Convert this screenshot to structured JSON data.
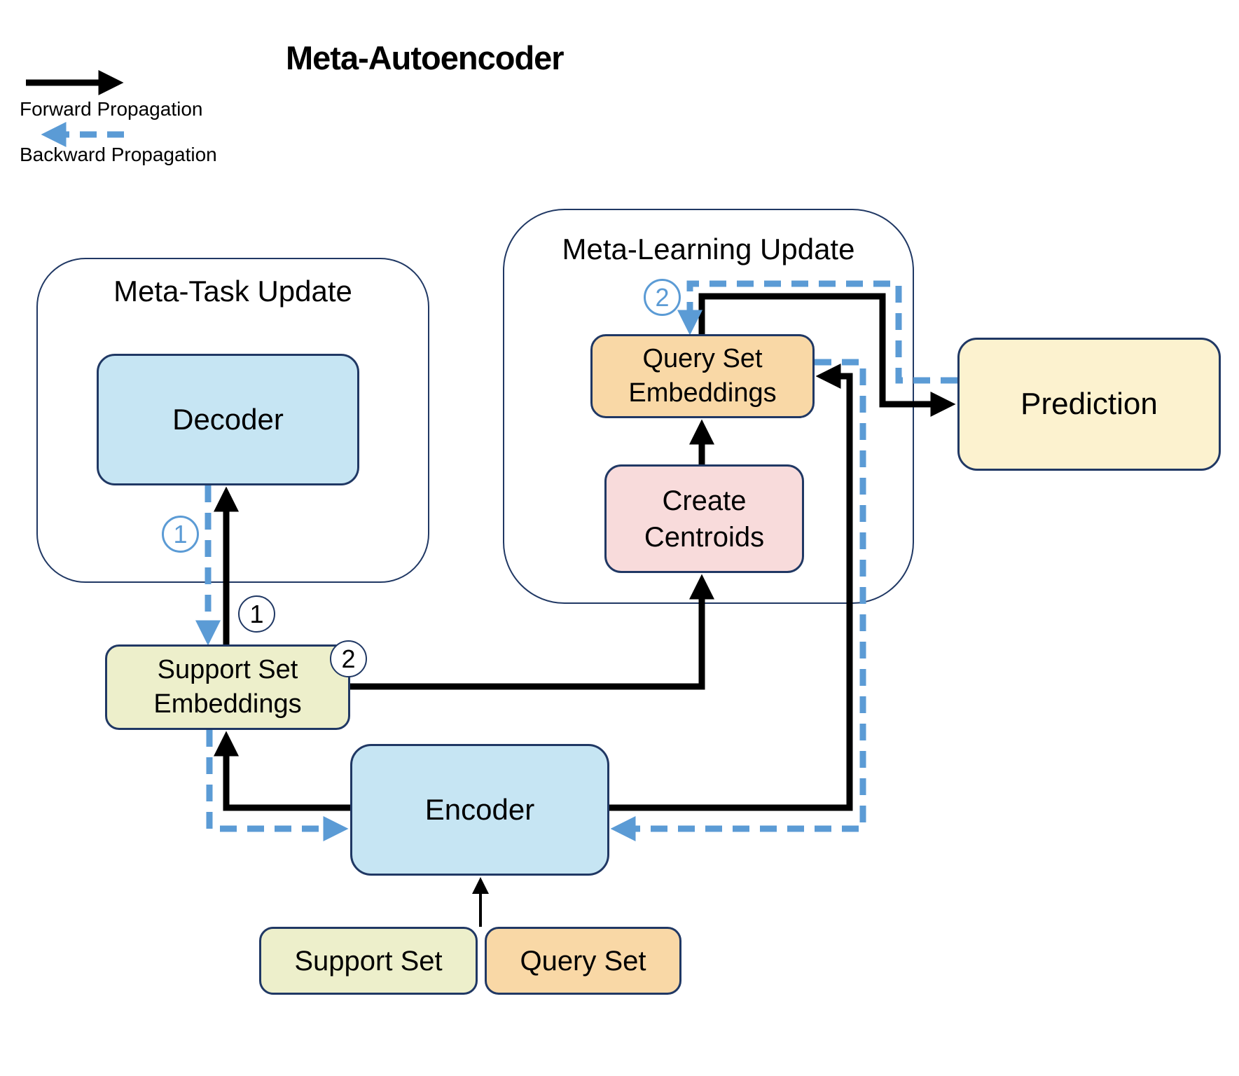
{
  "title": "Meta-Autoencoder",
  "legend": {
    "forward": "Forward Propagation",
    "backward": "Backward Propagation"
  },
  "containers": {
    "meta_task": "Meta-Task Update",
    "meta_learning": "Meta-Learning Update"
  },
  "nodes": {
    "decoder": "Decoder",
    "encoder": "Encoder",
    "support_set_embeddings": [
      "Support Set",
      "Embeddings"
    ],
    "query_set_embeddings": [
      "Query Set",
      "Embeddings"
    ],
    "create_centroids": [
      "Create",
      "Centroids"
    ],
    "prediction": "Prediction",
    "support_set": "Support Set",
    "query_set": "Query Set"
  },
  "steps": {
    "one": "1",
    "two": "2"
  },
  "colors": {
    "navy": "#203864",
    "blue": "#5B9BD5",
    "ink": "#000000",
    "fill_blue": "#C6E5F3",
    "fill_green": "#EDEFCB",
    "fill_orange": "#F9D8A6",
    "fill_pink": "#F8DBDB",
    "fill_cream": "#FCF2CF"
  }
}
